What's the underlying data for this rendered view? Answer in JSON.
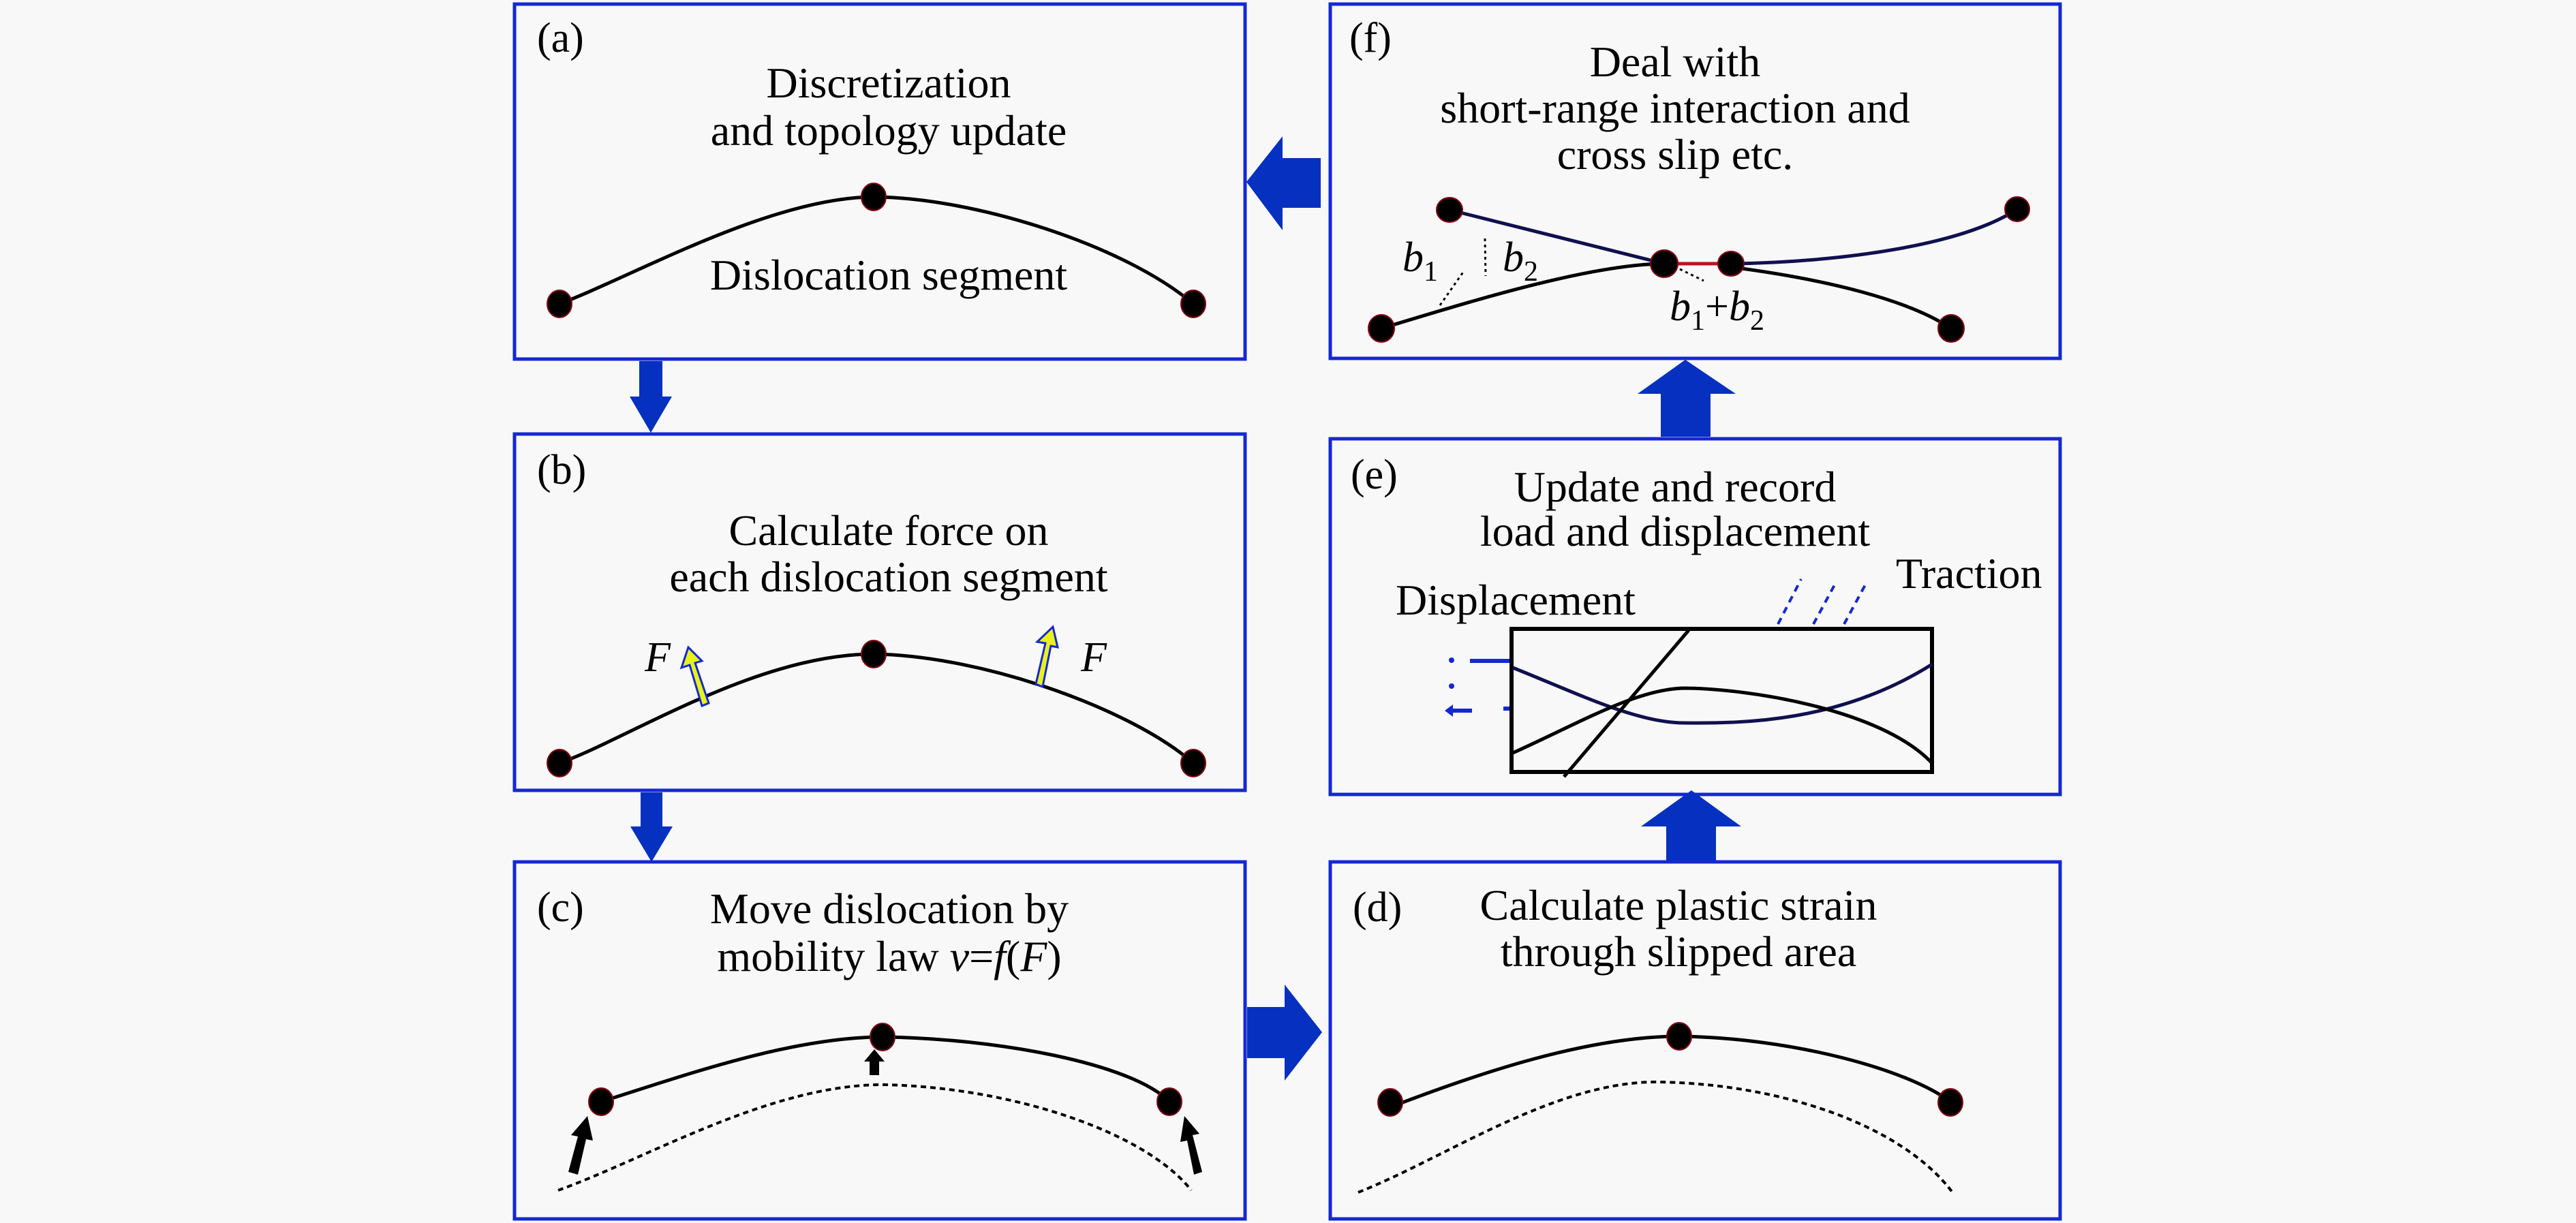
{
  "figure": {
    "type": "flowchart",
    "description": "Discrete dislocation dynamics simulation loop",
    "colors": {
      "background": "#f8f8f8",
      "panel_border": "#1428d2",
      "flow_arrow": "#0530c0",
      "force_arrow": "#e8f21a",
      "node": "#000000"
    }
  },
  "panels": {
    "a": {
      "tag": "(a)",
      "title_lines": [
        "Discretization",
        "and topology update"
      ],
      "annotation": "Dislocation segment"
    },
    "b": {
      "tag": "(b)",
      "title_lines": [
        "Calculate force on",
        "each dislocation segment"
      ],
      "force_label_left": "F",
      "force_label_right": "F"
    },
    "c": {
      "tag": "(c)",
      "title_lines": [
        "Move dislocation by",
        "mobility law "
      ],
      "formula": {
        "v": "v",
        "eq": "=",
        "f": "f",
        "open": "(",
        "F": "F",
        "close": ")"
      }
    },
    "d": {
      "tag": "(d)",
      "title_lines": [
        "Calculate plastic strain",
        "through slipped area"
      ]
    },
    "e": {
      "tag": "(e)",
      "title_lines": [
        "Update and record",
        "load and displacement"
      ],
      "displacement_label": "Displacement",
      "traction_label": "Traction"
    },
    "f": {
      "tag": "(f)",
      "title_lines": [
        "Deal with",
        "short-range interaction and",
        "cross slip etc."
      ],
      "burgers": {
        "b": "b",
        "sub1": "1",
        "sub2": "2",
        "plus": "+"
      }
    }
  },
  "flow": [
    {
      "from": "a",
      "to": "b",
      "direction": "down"
    },
    {
      "from": "b",
      "to": "c",
      "direction": "down"
    },
    {
      "from": "c",
      "to": "d",
      "direction": "right"
    },
    {
      "from": "d",
      "to": "e",
      "direction": "up"
    },
    {
      "from": "e",
      "to": "f",
      "direction": "up"
    },
    {
      "from": "f",
      "to": "a",
      "direction": "left"
    }
  ]
}
